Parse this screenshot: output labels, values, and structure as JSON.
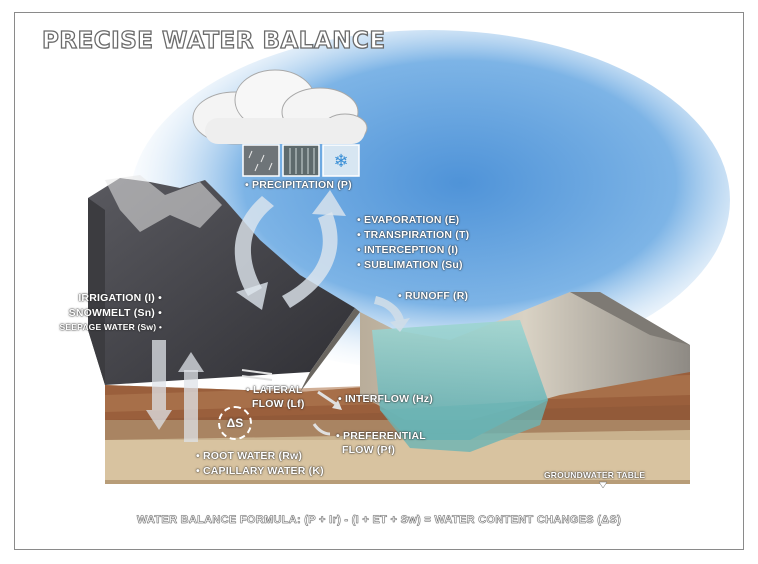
{
  "title": "PRECISE WATER BALANCE",
  "labels": {
    "precipitation": "• PRECIPITATION (P)",
    "evaporation": "• EVAPORATION (E)",
    "transpiration": "• TRANSPIRATION (T)",
    "interception": "• INTERCEPTION (I)",
    "sublimation": "• SUBLIMATION (Su)",
    "runoff": "• RUNOFF (R)",
    "irrigation": "IRRIGATION (I) •",
    "snowmelt": "SNOWMELT (Sn) •",
    "seepage": "SEEPAGE WATER (Sw) •",
    "lateral_1": "• LATERAL",
    "lateral_2": "FLOW (Lf)",
    "interflow": "• INTERFLOW (Hz)",
    "preferential_1": "• PREFERENTIAL",
    "preferential_2": "FLOW (Pf)",
    "root_water": "• ROOT WATER (Rw)",
    "capillary_water": "• CAPILLARY WATER (K)",
    "groundwater": "GROUNDWATER TABLE",
    "delta_s": "ΔS"
  },
  "formula": "WATER BALANCE FORMULA: (P + Ir) - (I + ET + Sw) = WATER CONTENT CHANGES (ΔS)",
  "icons": [
    "rain-icon",
    "heavy-rain-icon",
    "snowflake-icon"
  ],
  "colors": {
    "sky": "#6aa6de",
    "water": "#7fc4c4",
    "soil_brown": "#9a5f3c",
    "soil_sand": "#d8c3a0",
    "rock": "#4a4a4e"
  }
}
